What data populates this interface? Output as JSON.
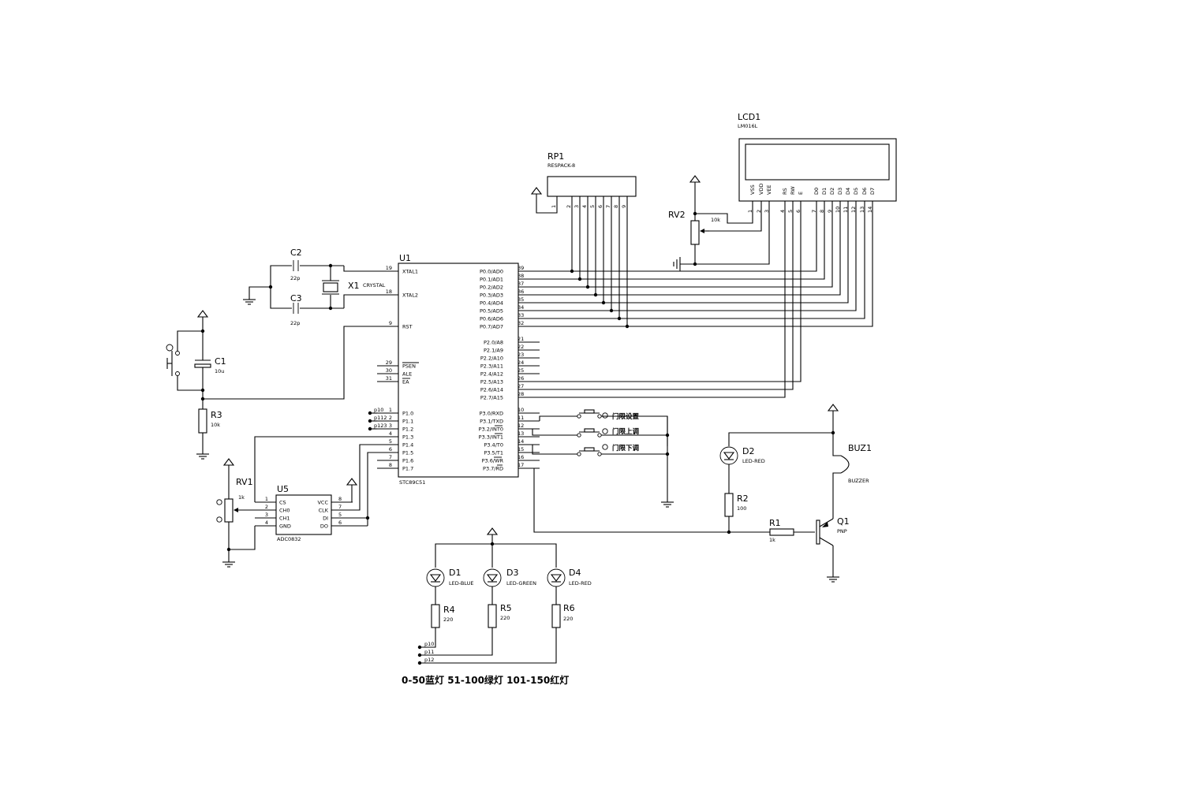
{
  "components": {
    "u1": {
      "ref": "U1",
      "value": "STC89C51",
      "left_pins": [
        {
          "name": "XTAL1",
          "num": "19"
        },
        {
          "name": "XTAL2",
          "num": "18"
        },
        {
          "name": "RST",
          "num": "9"
        },
        {
          "name": "PSEN",
          "num": "29"
        },
        {
          "name": "ALE",
          "num": "30"
        },
        {
          "name": "EA",
          "num": "31"
        },
        {
          "name": "P1.0",
          "num": "1"
        },
        {
          "name": "P1.1",
          "num": "2"
        },
        {
          "name": "P1.2",
          "num": "3"
        },
        {
          "name": "P1.3",
          "num": "4"
        },
        {
          "name": "P1.4",
          "num": "5"
        },
        {
          "name": "P1.5",
          "num": "6"
        },
        {
          "name": "P1.6",
          "num": "7"
        },
        {
          "name": "P1.7",
          "num": "8"
        }
      ],
      "right_pins": [
        {
          "name": "P0.0/AD0",
          "num": "39"
        },
        {
          "name": "P0.1/AD1",
          "num": "38"
        },
        {
          "name": "P0.2/AD2",
          "num": "37"
        },
        {
          "name": "P0.3/AD3",
          "num": "36"
        },
        {
          "name": "P0.4/AD4",
          "num": "35"
        },
        {
          "name": "P0.5/AD5",
          "num": "34"
        },
        {
          "name": "P0.6/AD6",
          "num": "33"
        },
        {
          "name": "P0.7/AD7",
          "num": "32"
        },
        {
          "name": "P2.0/A8",
          "num": "21"
        },
        {
          "name": "P2.1/A9",
          "num": "22"
        },
        {
          "name": "P2.2/A10",
          "num": "23"
        },
        {
          "name": "P2.3/A11",
          "num": "24"
        },
        {
          "name": "P2.4/A12",
          "num": "25"
        },
        {
          "name": "P2.5/A13",
          "num": "26"
        },
        {
          "name": "P2.6/A14",
          "num": "27"
        },
        {
          "name": "P2.7/A15",
          "num": "28"
        },
        {
          "name": "P3.0/RXD",
          "num": "10"
        },
        {
          "name": "P3.1/TXD",
          "num": "11"
        },
        {
          "name": "P3.2/INT0",
          "num": "12"
        },
        {
          "name": "P3.3/INT1",
          "num": "13"
        },
        {
          "name": "P3.4/T0",
          "num": "14"
        },
        {
          "name": "P3.5/T1",
          "num": "15"
        },
        {
          "name": "P3.6/WR",
          "num": "16"
        },
        {
          "name": "P3.7/RD",
          "num": "17"
        }
      ]
    },
    "c2": {
      "ref": "C2",
      "value": "22p"
    },
    "c3": {
      "ref": "C3",
      "value": "22p"
    },
    "x1": {
      "ref": "X1",
      "value": "CRYSTAL"
    },
    "c1": {
      "ref": "C1",
      "value": "10u"
    },
    "r3": {
      "ref": "R3",
      "value": "10k"
    },
    "rp1": {
      "ref": "RP1",
      "value": "RESPACK-8",
      "pins": [
        "1",
        "2",
        "3",
        "4",
        "5",
        "6",
        "7",
        "8",
        "9"
      ]
    },
    "rv2": {
      "ref": "RV2",
      "value": "10k"
    },
    "lcd1": {
      "ref": "LCD1",
      "value": "LM016L",
      "pins": [
        {
          "name": "VSS",
          "num": "1"
        },
        {
          "name": "VDD",
          "num": "2"
        },
        {
          "name": "VEE",
          "num": "3"
        },
        {
          "name": "RS",
          "num": "4"
        },
        {
          "name": "RW",
          "num": "5"
        },
        {
          "name": "E",
          "num": "6"
        },
        {
          "name": "D0",
          "num": "7"
        },
        {
          "name": "D1",
          "num": "8"
        },
        {
          "name": "D2",
          "num": "9"
        },
        {
          "name": "D3",
          "num": "10"
        },
        {
          "name": "D4",
          "num": "11"
        },
        {
          "name": "D5",
          "num": "12"
        },
        {
          "name": "D6",
          "num": "13"
        },
        {
          "name": "D7",
          "num": "14"
        }
      ]
    },
    "rv1": {
      "ref": "RV1",
      "value": "1k"
    },
    "u5": {
      "ref": "U5",
      "value": "ADC0832",
      "left_pins": [
        {
          "name": "CS",
          "num": "1"
        },
        {
          "name": "CH0",
          "num": "2"
        },
        {
          "name": "CH1",
          "num": "3"
        },
        {
          "name": "GND",
          "num": "4"
        }
      ],
      "right_pins": [
        {
          "name": "VCC",
          "num": "8"
        },
        {
          "name": "CLK",
          "num": "7"
        },
        {
          "name": "DI",
          "num": "5"
        },
        {
          "name": "DO",
          "num": "6"
        }
      ]
    },
    "d1": {
      "ref": "D1",
      "value": "LED-BLUE"
    },
    "d3": {
      "ref": "D3",
      "value": "LED-GREEN"
    },
    "d4": {
      "ref": "D4",
      "value": "LED-RED"
    },
    "d2": {
      "ref": "D2",
      "value": "LED-RED"
    },
    "r4": {
      "ref": "R4",
      "value": "220"
    },
    "r5": {
      "ref": "R5",
      "value": "220"
    },
    "r6": {
      "ref": "R6",
      "value": "220"
    },
    "r2": {
      "ref": "R2",
      "value": "100"
    },
    "r1": {
      "ref": "R1",
      "value": "1k"
    },
    "q1": {
      "ref": "Q1",
      "value": "PNP"
    },
    "buz1": {
      "ref": "BUZ1",
      "value": "BUZZER"
    }
  },
  "net_labels": {
    "p10": "p10",
    "p11": "p11",
    "p12": "p12",
    "p112": "p112",
    "p123": "p123"
  },
  "buttons": {
    "b1": "门限设置",
    "b2": "门限上调",
    "b3": "门限下调"
  },
  "note": "0-50蓝灯 51-100绿灯 101-150红灯"
}
